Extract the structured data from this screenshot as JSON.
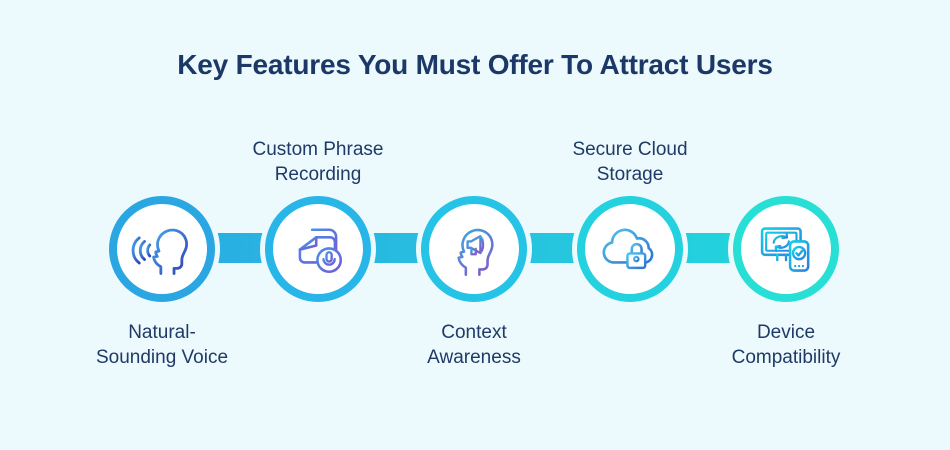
{
  "colors": {
    "background": "#ECF9FD",
    "title_text": "#1B3866",
    "label_text": "#1F3A66",
    "connector_gradient_start": "#2AABE3",
    "connector_gradient_end": "#22D6DC",
    "circle_fill": "#FFFFFF"
  },
  "title": "Key Features You Must Offer To Attract Users",
  "features": [
    {
      "id": "natural-sounding-voice",
      "label_lines": [
        "Natural-",
        "Sounding Voice"
      ],
      "label_position": "below",
      "icon": "speaking-head-icon",
      "ring_color": "#2AA7E2",
      "icon_gradient": [
        "#47A5EA",
        "#3142B4"
      ]
    },
    {
      "id": "custom-phrase-recording",
      "label_lines": [
        "Custom Phrase",
        "Recording"
      ],
      "label_position": "above",
      "icon": "note-microphone-icon",
      "ring_color": "#28B5E7",
      "icon_gradient": [
        "#4C8FE6",
        "#6E5BD9"
      ]
    },
    {
      "id": "context-awareness",
      "label_lines": [
        "Context",
        "Awareness"
      ],
      "label_position": "below",
      "icon": "head-megaphone-icon",
      "ring_color": "#25C3E5",
      "icon_gradient": [
        "#3BA6E2",
        "#7E5EC8"
      ]
    },
    {
      "id": "secure-cloud-storage",
      "label_lines": [
        "Secure Cloud",
        "Storage"
      ],
      "label_position": "above",
      "icon": "cloud-lock-icon",
      "ring_color": "#23D1DF",
      "icon_gradient": [
        "#4FC4EF",
        "#2E74CD"
      ]
    },
    {
      "id": "device-compatibility",
      "label_lines": [
        "Device",
        "Compatibility"
      ],
      "label_position": "below",
      "icon": "devices-sync-icon",
      "ring_color": "#27DFD5",
      "icon_gradient": [
        "#12CFE8",
        "#2F7FE0"
      ]
    }
  ]
}
